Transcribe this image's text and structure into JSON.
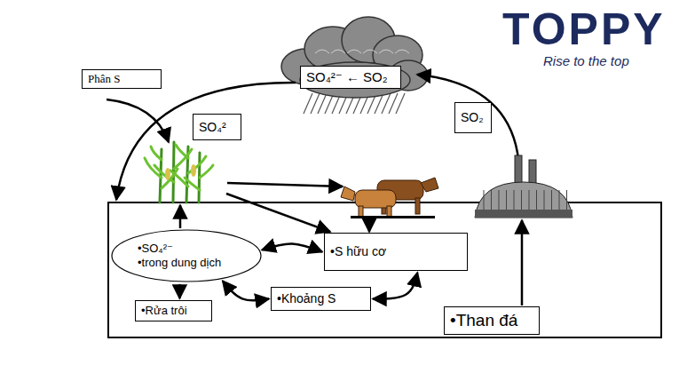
{
  "diagram": {
    "nodes": [
      {
        "text": [
          "Phân S"
        ]
      },
      {
        "text": [
          "SO₄²⁻ ← SO₂"
        ]
      },
      {
        "text": [
          "SO₄²"
        ]
      },
      {
        "text": [
          "SO₂"
        ]
      },
      {
        "text": [
          "•SO₄²⁻",
          "•trong dung dịch"
        ]
      },
      {
        "text": [
          "•S hữu cơ"
        ]
      },
      {
        "text": [
          "•Khoảng S"
        ]
      },
      {
        "text": [
          "•Rửa trôi"
        ]
      },
      {
        "text": [
          "•Than đá"
        ]
      }
    ],
    "edges": [
      {
        "from": 4,
        "to": 7,
        "arrow": "to"
      },
      {
        "from": 4,
        "to": 6,
        "arrow": "both"
      },
      {
        "from": 4,
        "to": 5,
        "arrow": "both"
      },
      {
        "from": 6,
        "to": 5,
        "arrow": "both"
      }
    ],
    "labels": [
      "TOPPY",
      "Rise to the top"
    ]
  }
}
